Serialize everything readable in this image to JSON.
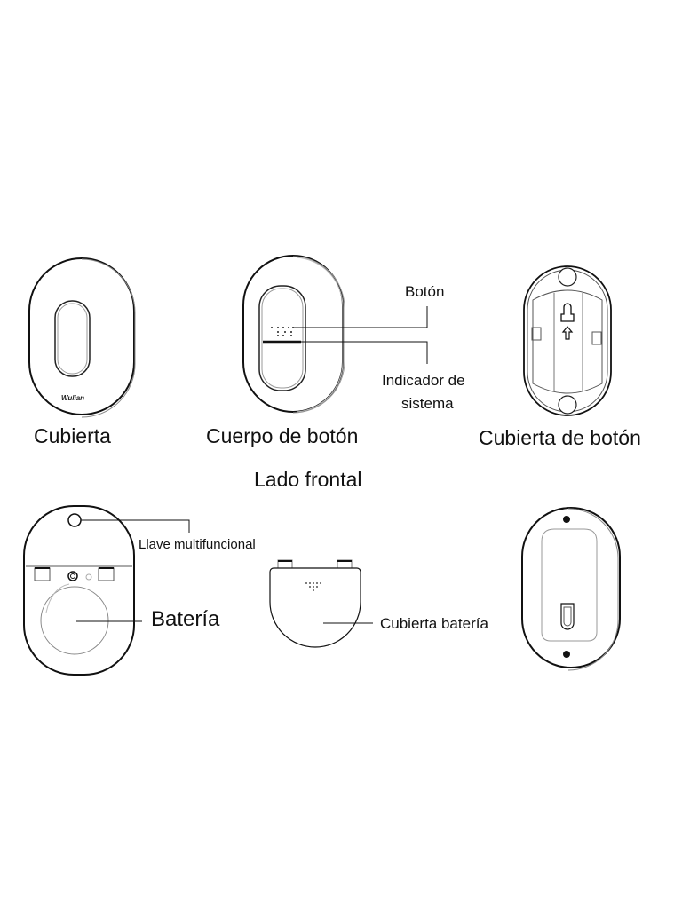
{
  "diagram": {
    "title": "Lado frontal",
    "components": [
      {
        "id": "cover",
        "label": "Cubierta",
        "brand": "Wulian"
      },
      {
        "id": "button-body",
        "label": "Cuerpo de botón",
        "callouts": [
          "Botón",
          "Indicador de sistema"
        ]
      },
      {
        "id": "button-cover",
        "label": "Cubierta de botón"
      },
      {
        "id": "back-body",
        "callouts": [
          "Llave multifuncional",
          "Batería"
        ]
      },
      {
        "id": "battery-cover",
        "label": "Cubierta batería"
      },
      {
        "id": "back-mount"
      }
    ],
    "labels": {
      "cubierta": "Cubierta",
      "brand": "Wulian",
      "cuerpo": "Cuerpo de botón",
      "boton": "Botón",
      "indicador_1": "Indicador de",
      "indicador_2": "sistema",
      "cubierta_boton": "Cubierta de botón",
      "lado_frontal": "Lado frontal",
      "llave": "Llave multifuncional",
      "bateria": "Batería",
      "cubierta_bateria": "Cubierta batería"
    },
    "colors": {
      "line": "#111111",
      "light_line": "#999999",
      "background": "#ffffff"
    }
  }
}
